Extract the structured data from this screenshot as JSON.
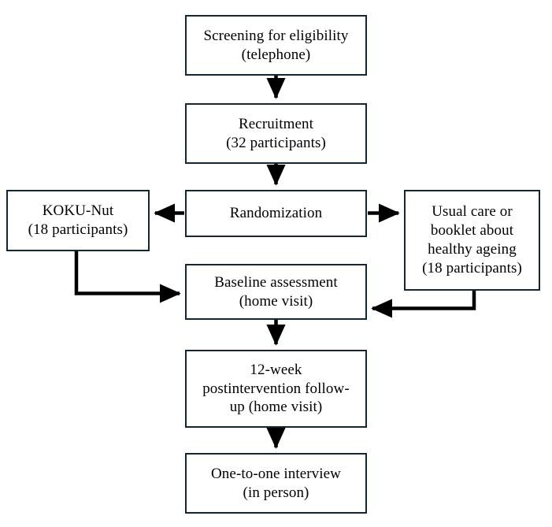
{
  "diagram": {
    "type": "flowchart",
    "title": "Study flow diagram",
    "orientation": "top-to-bottom",
    "colors": {
      "box_border": "#14262f",
      "box_fill": "#ffffff",
      "connector": "#000000",
      "text": "#000000",
      "background": "#ffffff"
    },
    "nodes": [
      {
        "id": "screening",
        "label": "Screening  for eligibility\n(telephone)",
        "line1": "Screening  for eligibility",
        "line2": "(telephone)"
      },
      {
        "id": "recruitment",
        "label": "Recruitment\n(32 participants)",
        "line1": "Recruitment",
        "line2": "(32 participants)",
        "count": 32
      },
      {
        "id": "randomization",
        "label": "Randomization",
        "line1": "Randomization"
      },
      {
        "id": "intervention",
        "label": "KOKU-Nut\n(18 participants)",
        "line1": "KOKU-Nut",
        "line2": "(18 participants)",
        "count": 18
      },
      {
        "id": "control",
        "label": "Usual care or\nbooklet about\nhealthy ageing\n(18 participants)",
        "line1": "Usual care or",
        "line2": "booklet about",
        "line3": "healthy ageing",
        "line4": "(18 participants)",
        "count": 18
      },
      {
        "id": "baseline",
        "label": "Baseline assessment\n(home visit)",
        "line1": "Baseline assessment",
        "line2": "(home visit)"
      },
      {
        "id": "followup",
        "label": "12-week\npostintervention  follow-\nup (home visit)",
        "line1": "12-week",
        "line2": "postintervention  follow-",
        "line3": "up (home visit)"
      },
      {
        "id": "interview",
        "label": "One-to-one  interview\n(in person)",
        "line1": "One-to-one  interview",
        "line2": "(in person)"
      }
    ],
    "edges": [
      {
        "id": "screening-to-recruitment",
        "from": "screening",
        "to": "recruitment",
        "style": "straight-down"
      },
      {
        "id": "recruitment-to-randomization",
        "from": "recruitment",
        "to": "randomization",
        "style": "straight-down"
      },
      {
        "id": "randomization-to-intervention",
        "from": "randomization",
        "to": "intervention",
        "style": "straight-left"
      },
      {
        "id": "randomization-to-control",
        "from": "randomization",
        "to": "control",
        "style": "straight-right"
      },
      {
        "id": "intervention-to-baseline",
        "from": "intervention",
        "to": "baseline",
        "style": "elbow-down-right"
      },
      {
        "id": "control-to-baseline",
        "from": "control",
        "to": "baseline",
        "style": "elbow-down-left"
      },
      {
        "id": "baseline-to-followup",
        "from": "baseline",
        "to": "followup",
        "style": "straight-down"
      },
      {
        "id": "followup-to-interview",
        "from": "followup",
        "to": "interview",
        "style": "straight-down"
      }
    ]
  }
}
